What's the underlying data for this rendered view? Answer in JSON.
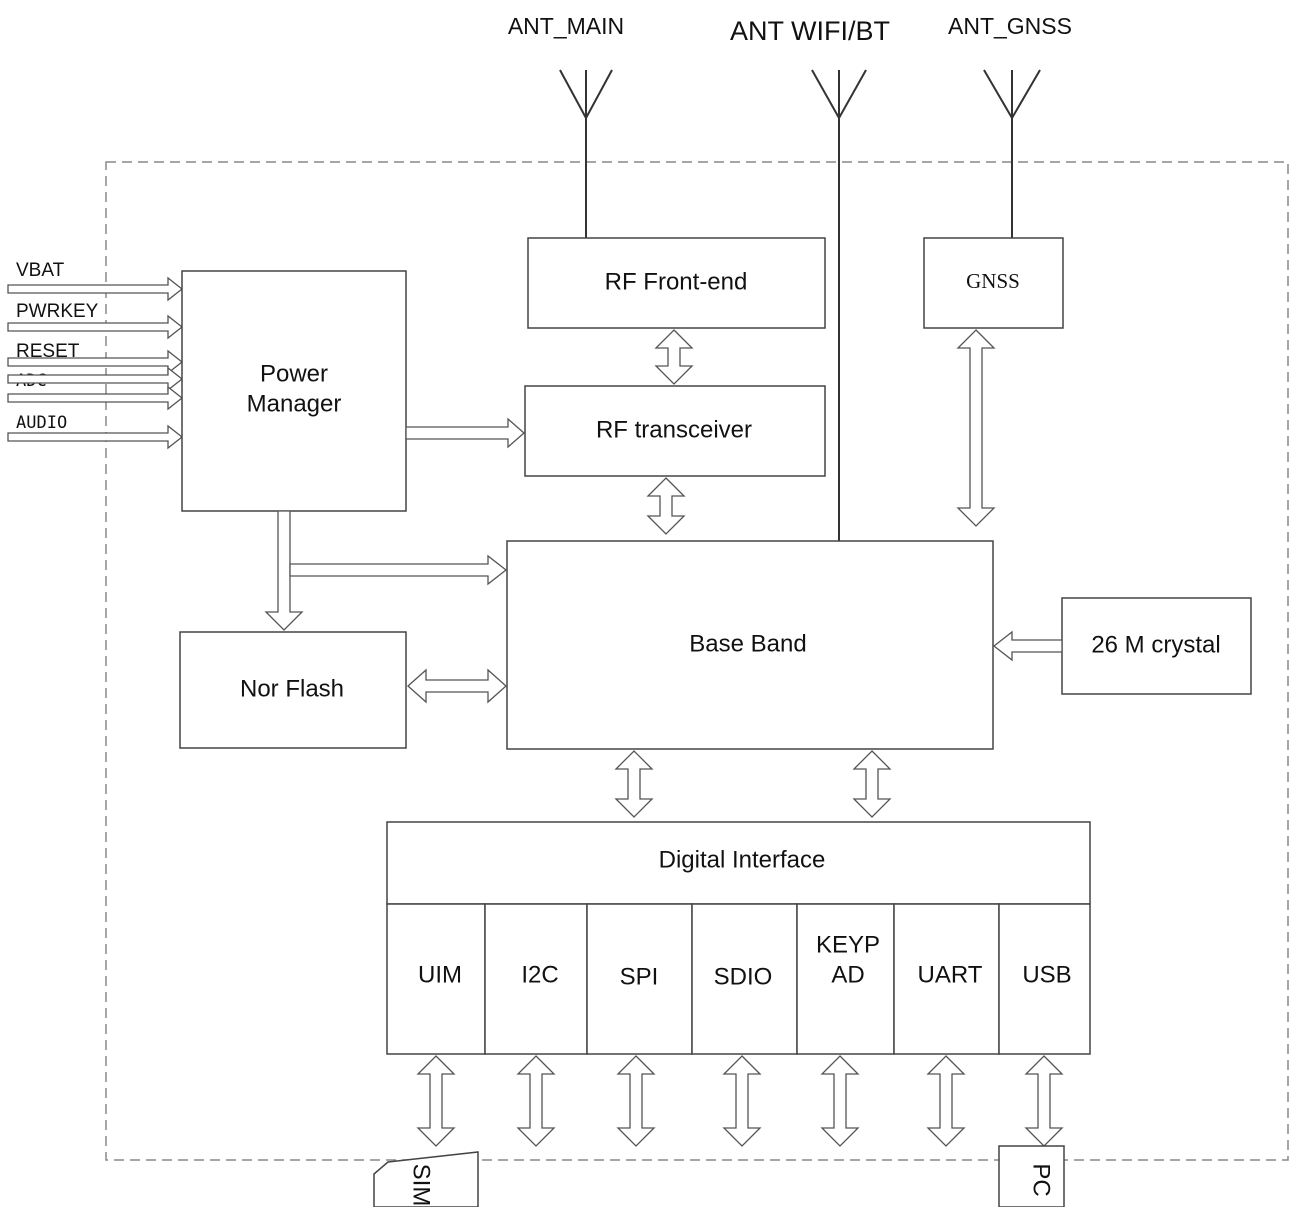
{
  "antennas": {
    "main": "ANT_MAIN",
    "wifi_bt": "ANT  WIFI/BT",
    "gnss": "ANT_GNSS"
  },
  "inputs": [
    "VBAT",
    "PWRKEY",
    "RESET",
    "ADC",
    "AUDIO"
  ],
  "blocks": {
    "rf_front_end": "RF Front-end",
    "rf_transceiver": "RF transceiver",
    "gnss": "GNSS",
    "power_manager_line1": "Power",
    "power_manager_line2": "Manager",
    "base_band": "Base Band",
    "crystal": "26 M crystal",
    "nor_flash": "Nor Flash",
    "digital_interface": "Digital Interface"
  },
  "interfaces": [
    {
      "line1": "UIM",
      "line2": ""
    },
    {
      "line1": "I2C",
      "line2": ""
    },
    {
      "line1": "SPI",
      "line2": ""
    },
    {
      "line1": "SDIO",
      "line2": ""
    },
    {
      "line1": "KEYP",
      "line2": "AD"
    },
    {
      "line1": "UART",
      "line2": ""
    },
    {
      "line1": "USB",
      "line2": ""
    }
  ],
  "external": {
    "sim": "SIM",
    "pc": "PC"
  }
}
